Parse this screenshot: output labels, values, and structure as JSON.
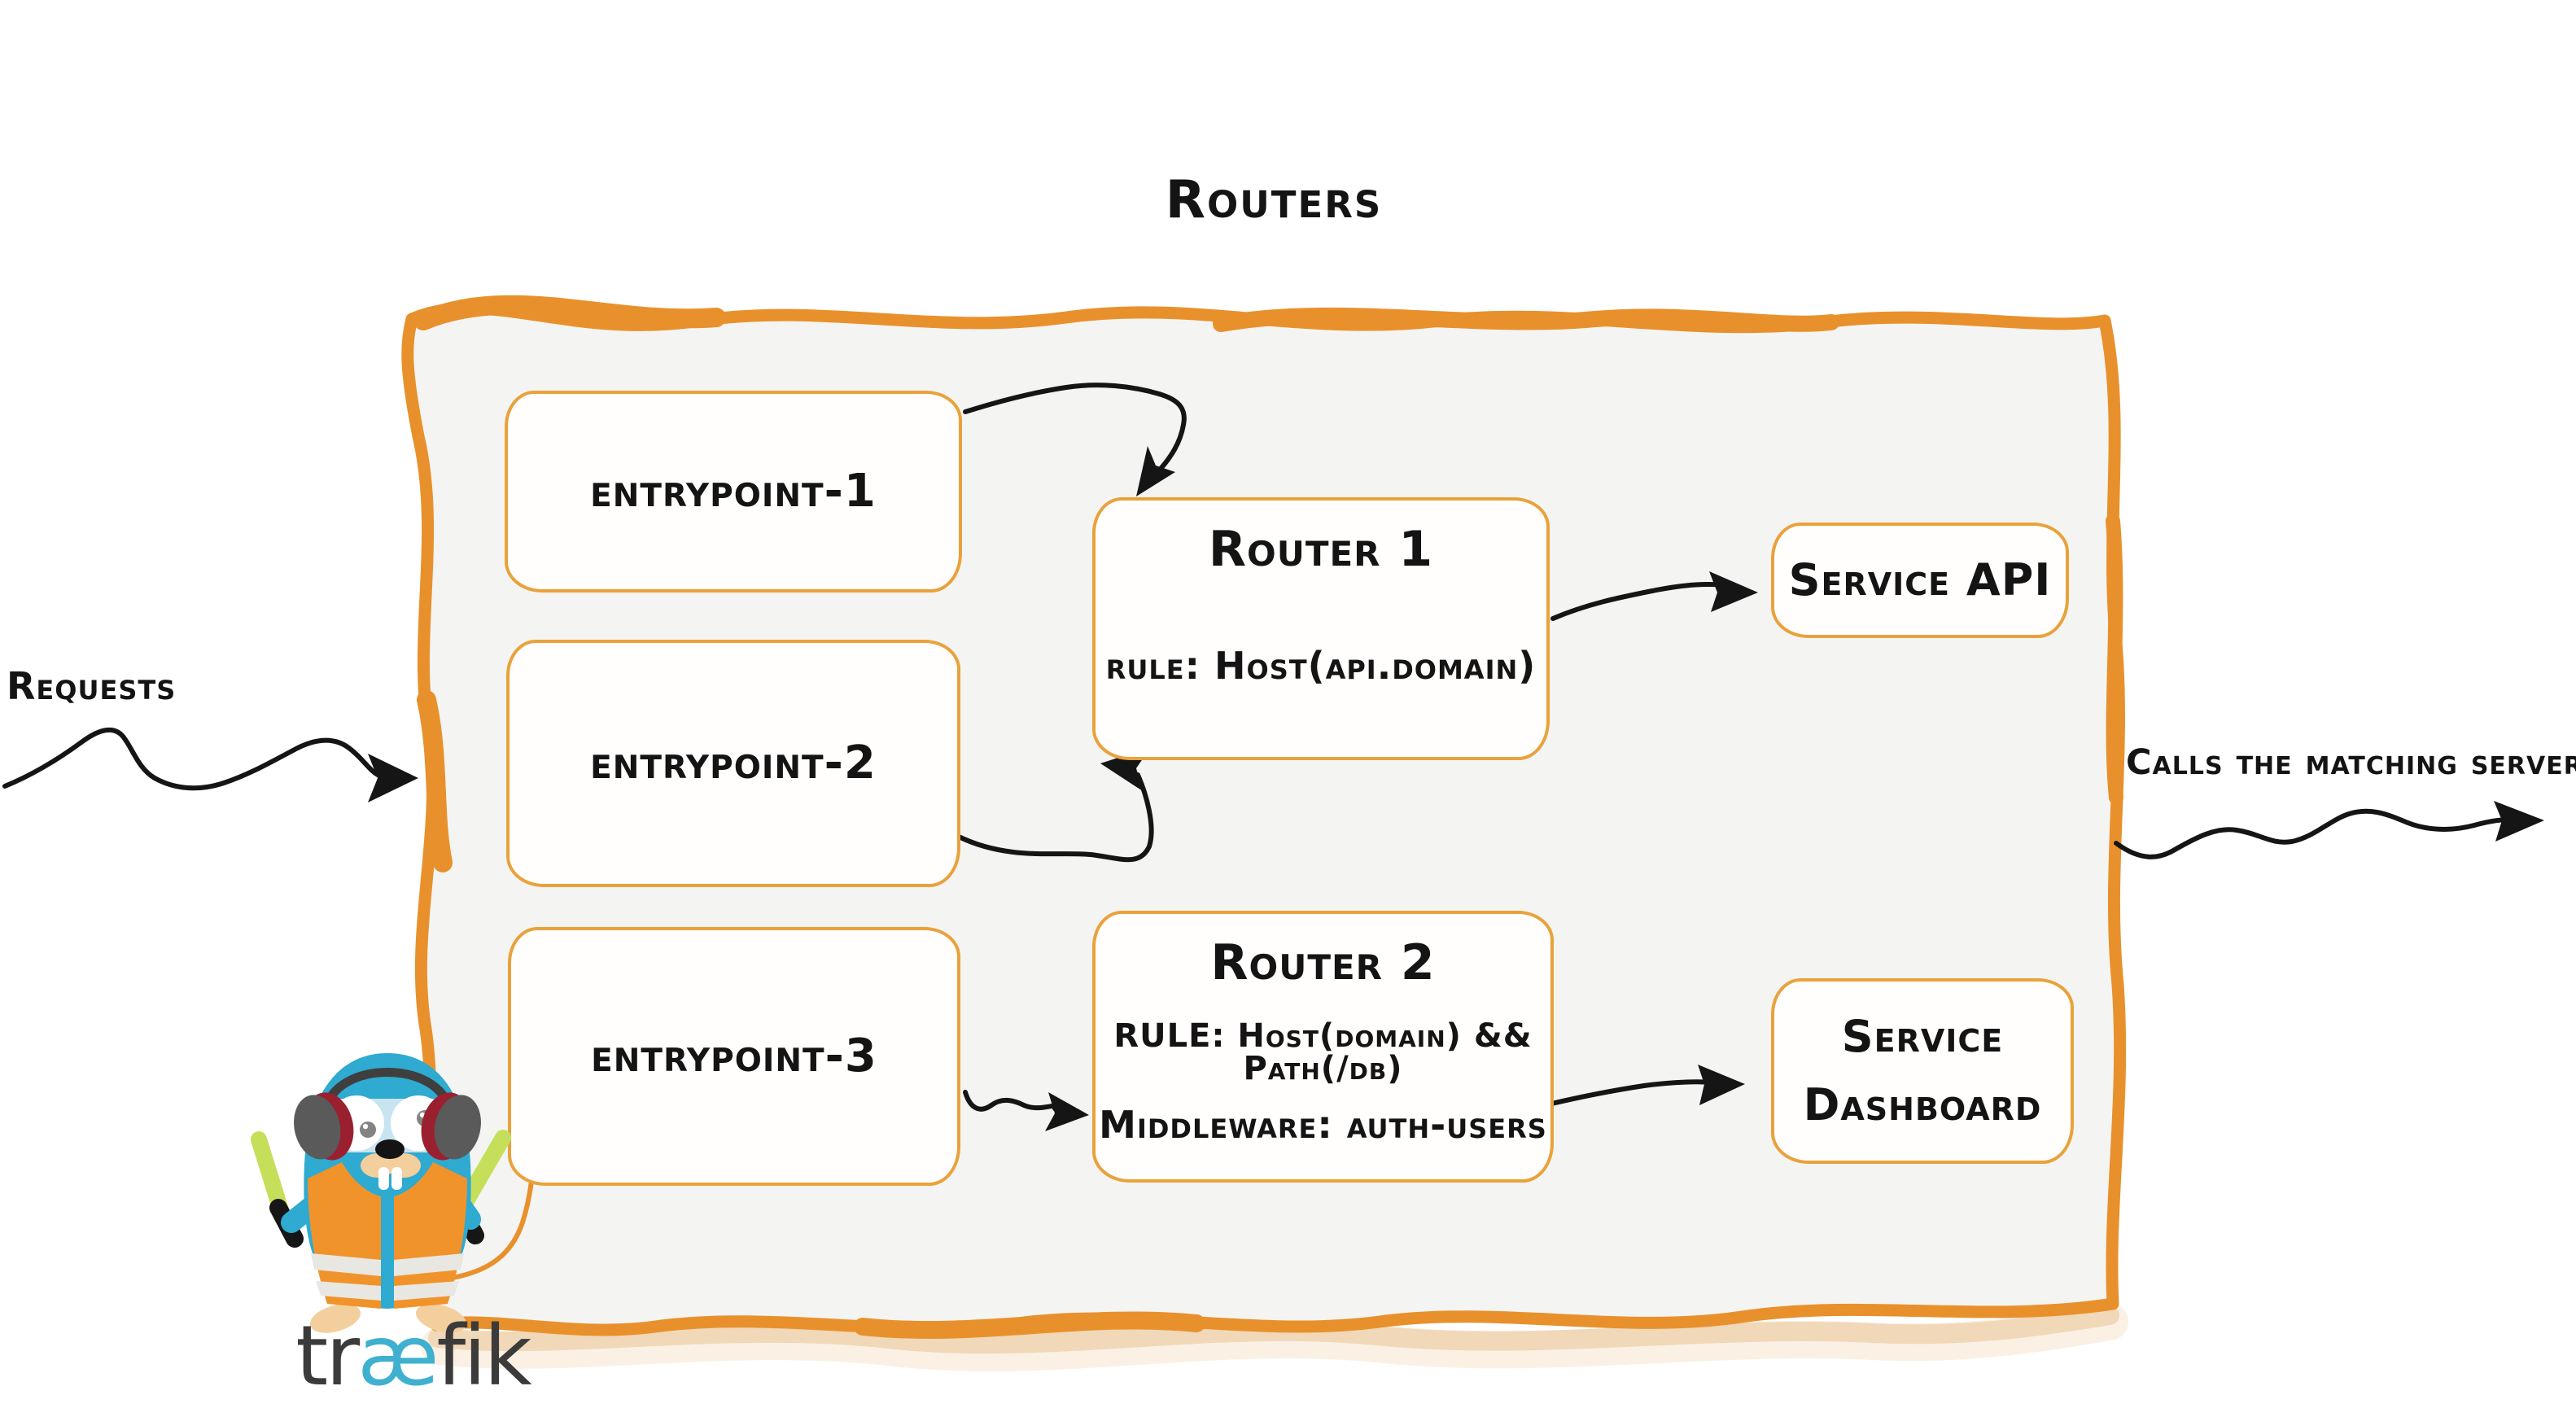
{
  "header": {
    "title": "Routers"
  },
  "labels": {
    "requests": "Requests",
    "calls_matching_server": "Calls the matching server"
  },
  "container": {
    "entrypoints": [
      {
        "label": "entrypoint-1"
      },
      {
        "label": "entrypoint-2"
      },
      {
        "label": "entrypoint-3"
      }
    ],
    "routers": [
      {
        "title": "Router 1",
        "rule": "rule: Host(api.domain)"
      },
      {
        "title": "Router 2",
        "rule": "RULE: Host(domain) && Path(/db)",
        "middleware": "Middleware: auth-users"
      }
    ],
    "services": [
      {
        "label": "Service API"
      },
      {
        "lines": [
          "Service",
          "Dashboard"
        ]
      }
    ]
  },
  "logo": {
    "wordmark": "træfik",
    "wordmark_pre": "tr",
    "wordmark_ae": "æ",
    "wordmark_post": "fik",
    "mascot_icon": "traefik-gopher-mascot"
  },
  "colors": {
    "brand_orange": "#E8912C",
    "box_border_orange": "#E9A23B",
    "container_fill": "#F4F4F3",
    "text": "#141414",
    "arrow_black": "#151515",
    "logo_blue": "#3FB0D0",
    "logo_dark": "#3B3B3B",
    "gopher_blue": "#2FAAD0",
    "vest_orange": "#F0932B",
    "glowstick_green": "#C6DF5A"
  }
}
